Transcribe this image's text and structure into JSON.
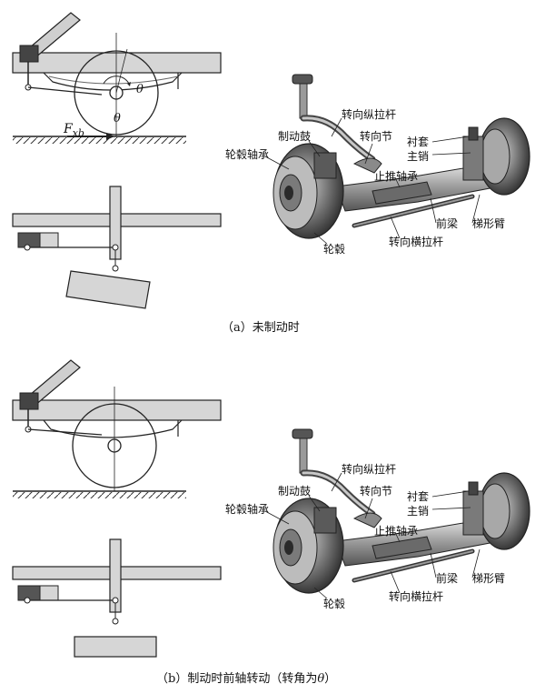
{
  "panel_a": {
    "caption": "（a）未制动时",
    "force_label_main": "F",
    "force_label_sub": "xb",
    "angle_label_top": "θ",
    "angle_label_bottom": "θ",
    "labels": {
      "turn_longitudinal_rod": "转向纵拉杆",
      "brake_drum": "制动鼓",
      "steering_knuckle": "转向节",
      "hub_bearing": "轮毂轴承",
      "bushing": "衬套",
      "king_pin": "主销",
      "thrust_bearing": "止推轴承",
      "front_axle": "前梁",
      "trapezoid_arm": "梯形臂",
      "hub": "轮毂",
      "tie_rod": "转向横拉杆"
    }
  },
  "panel_b": {
    "caption_prefix": "（b）制动时前轴转动（转角为",
    "caption_symbol": "θ",
    "caption_suffix": "）",
    "labels": {
      "turn_longitudinal_rod": "转向纵拉杆",
      "brake_drum": "制动鼓",
      "steering_knuckle": "转向节",
      "hub_bearing": "轮毂轴承",
      "bushing": "衬套",
      "king_pin": "主销",
      "thrust_bearing": "止推轴承",
      "front_axle": "前梁",
      "trapezoid_arm": "梯形臂",
      "hub": "轮毂",
      "tie_rod": "转向横拉杆"
    }
  },
  "colors": {
    "frame_fill": "#d6d6d6",
    "line": "#222222",
    "assembly_dark": "#3a3a3a",
    "assembly_mid": "#8a8a8a",
    "assembly_light": "#c8c8c8"
  }
}
